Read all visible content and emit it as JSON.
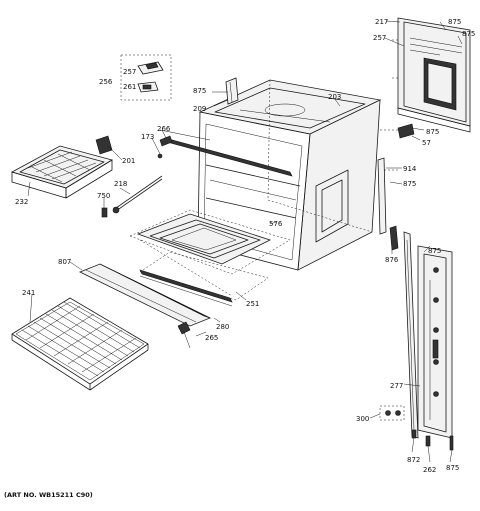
{
  "art_number": "(ART NO. WB15211 C90)",
  "labels": {
    "l217": "217",
    "l875a": "875",
    "l257a": "257",
    "l875b": "875",
    "l257b": "257",
    "l256": "256",
    "l261": "261",
    "l875c": "875",
    "l209": "209",
    "l203": "203",
    "l875d": "875",
    "l57": "57",
    "l173": "173",
    "l266": "266",
    "l201": "201",
    "l232": "232",
    "l218": "218",
    "l750": "750",
    "l914": "914",
    "l875e": "875",
    "l576": "576",
    "l876": "876",
    "l807": "807",
    "l875f": "875",
    "l241": "241",
    "l251": "251",
    "l280": "280",
    "l265": "265",
    "l277": "277",
    "l300": "300",
    "l872": "872",
    "l262": "262",
    "l875g": "875"
  }
}
